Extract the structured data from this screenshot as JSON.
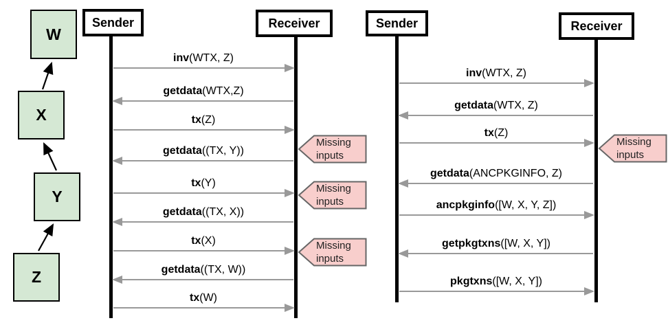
{
  "colors": {
    "box_green": "#d5e8d4",
    "flag_pink": "#f8cecc",
    "flag_border": "#666666",
    "arrow_gray": "#999999",
    "line_black": "#000000",
    "flag_text": "#222222"
  },
  "tx_chain": {
    "boxes": [
      {
        "label": "W"
      },
      {
        "label": "X"
      },
      {
        "label": "Y"
      },
      {
        "label": "Z"
      }
    ]
  },
  "flag_label": {
    "text": "Missing\ninputs"
  },
  "left_diagram": {
    "sender_label": "Sender",
    "receiver_label": "Receiver",
    "messages": [
      {
        "method": "inv",
        "args": "(WTX, Z)",
        "direction": "right",
        "missing_inputs_flag": false
      },
      {
        "method": "getdata",
        "args": "(WTX,Z)",
        "direction": "left",
        "missing_inputs_flag": false
      },
      {
        "method": "tx",
        "args": "(Z)",
        "direction": "right",
        "missing_inputs_flag": true
      },
      {
        "method": "getdata",
        "args": "((TX, Y))",
        "direction": "left",
        "missing_inputs_flag": false
      },
      {
        "method": "tx",
        "args": "(Y)",
        "direction": "right",
        "missing_inputs_flag": true
      },
      {
        "method": "getdata",
        "args": "((TX, X))",
        "direction": "left",
        "missing_inputs_flag": false
      },
      {
        "method": "tx",
        "args": "(X)",
        "direction": "right",
        "missing_inputs_flag": true
      },
      {
        "method": "getdata",
        "args": "((TX, W))",
        "direction": "left",
        "missing_inputs_flag": false
      },
      {
        "method": "tx",
        "args": "(W)",
        "direction": "right",
        "missing_inputs_flag": false
      }
    ]
  },
  "right_diagram": {
    "sender_label": "Sender",
    "receiver_label": "Receiver",
    "messages": [
      {
        "method": "inv",
        "args": "(WTX, Z)",
        "direction": "right",
        "missing_inputs_flag": false
      },
      {
        "method": "getdata",
        "args": "(WTX, Z)",
        "direction": "left",
        "missing_inputs_flag": false
      },
      {
        "method": "tx",
        "args": "(Z)",
        "direction": "right",
        "missing_inputs_flag": true
      },
      {
        "method": "getdata",
        "args": "(ANCPKGINFO, Z)",
        "direction": "left",
        "missing_inputs_flag": false
      },
      {
        "method": "ancpkginfo",
        "args": "([W, X, Y, Z])",
        "direction": "right",
        "missing_inputs_flag": false
      },
      {
        "method": "getpkgtxns",
        "args": "([W, X, Y])",
        "direction": "left",
        "missing_inputs_flag": false
      },
      {
        "method": "pkgtxns",
        "args": "([W, X, Y])",
        "direction": "right",
        "missing_inputs_flag": false
      }
    ]
  }
}
